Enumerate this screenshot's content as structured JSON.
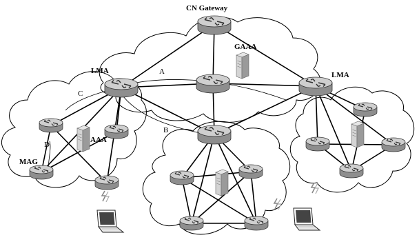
{
  "labels": {
    "cn_gateway": "CN Gateway",
    "gaaa": "GAAA",
    "lma_left": "LMA",
    "lma_right": "LMA",
    "aaa": "AAA",
    "mag": "MAG",
    "link_a": "A",
    "link_b": "B",
    "link_c": "C",
    "link_d": "D"
  },
  "colors": {
    "router_top": "#c8c8c8",
    "router_side": "#8e8e8e",
    "line": "#000000"
  },
  "nodes": [
    {
      "id": "cn-gateway",
      "icon": "router"
    },
    {
      "id": "core-router",
      "icon": "router"
    },
    {
      "id": "lma-left",
      "icon": "router"
    },
    {
      "id": "lma-right",
      "icon": "router"
    },
    {
      "id": "mid-router",
      "icon": "router"
    },
    {
      "id": "left-r1",
      "icon": "router"
    },
    {
      "id": "left-r2",
      "icon": "router"
    },
    {
      "id": "left-mag",
      "icon": "router"
    },
    {
      "id": "left-r4",
      "icon": "router"
    },
    {
      "id": "bottom-r1",
      "icon": "router"
    },
    {
      "id": "bottom-r2",
      "icon": "router"
    },
    {
      "id": "bottom-r3",
      "icon": "router"
    },
    {
      "id": "bottom-r4",
      "icon": "router"
    },
    {
      "id": "right-r1",
      "icon": "router"
    },
    {
      "id": "right-r2",
      "icon": "router"
    },
    {
      "id": "right-r3",
      "icon": "router"
    },
    {
      "id": "right-r4",
      "icon": "router"
    },
    {
      "id": "gaaa-server",
      "icon": "server"
    },
    {
      "id": "aaa-server",
      "icon": "server"
    },
    {
      "id": "bottom-server",
      "icon": "server"
    },
    {
      "id": "right-server",
      "icon": "server"
    },
    {
      "id": "laptop-left",
      "icon": "laptop"
    },
    {
      "id": "laptop-right",
      "icon": "laptop"
    }
  ],
  "links": [
    [
      "cn-gateway",
      "lma-left"
    ],
    [
      "cn-gateway",
      "lma-right"
    ],
    [
      "cn-gateway",
      "core-router"
    ],
    [
      "lma-left",
      "core-router"
    ],
    [
      "core-router",
      "lma-right"
    ],
    [
      "core-router",
      "mid-router"
    ],
    [
      "lma-left",
      "mid-router"
    ],
    [
      "mid-router",
      "lma-right"
    ],
    [
      "lma-left",
      "left-r1"
    ],
    [
      "lma-left",
      "left-r2"
    ],
    [
      "lma-left",
      "left-mag"
    ],
    [
      "lma-left",
      "left-r4"
    ],
    [
      "left-r1",
      "left-r4"
    ],
    [
      "left-mag",
      "left-r2"
    ],
    [
      "left-r1",
      "left-mag"
    ],
    [
      "mid-router",
      "bottom-r1"
    ],
    [
      "mid-router",
      "bottom-r2"
    ],
    [
      "mid-router",
      "bottom-r3"
    ],
    [
      "mid-router",
      "bottom-r4"
    ],
    [
      "bottom-r1",
      "bottom-r2"
    ],
    [
      "bottom-r1",
      "bottom-r4"
    ],
    [
      "bottom-r2",
      "bottom-r3"
    ],
    [
      "bottom-r3",
      "bottom-r1"
    ],
    [
      "bottom-r3",
      "bottom-r4"
    ],
    [
      "bottom-r4",
      "bottom-r2"
    ],
    [
      "lma-right",
      "right-r1"
    ],
    [
      "lma-right",
      "right-r2"
    ],
    [
      "lma-right",
      "right-r3"
    ],
    [
      "lma-right",
      "right-r4"
    ],
    [
      "right-r2",
      "right-r3"
    ],
    [
      "right-r1",
      "right-r4"
    ],
    [
      "right-r3",
      "right-r4"
    ],
    [
      "right-r4",
      "right-r2"
    ]
  ]
}
